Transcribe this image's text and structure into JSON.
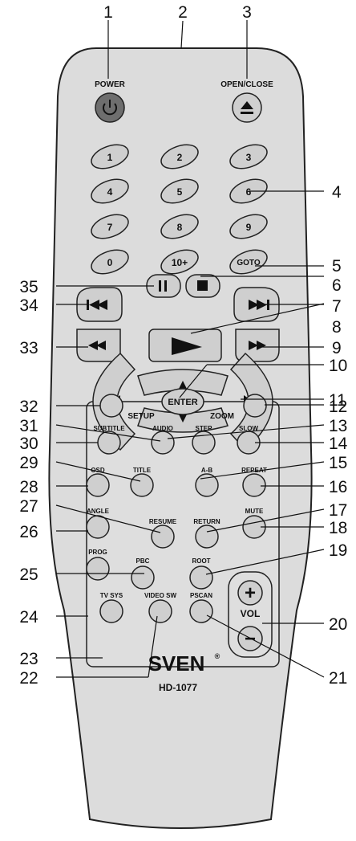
{
  "remote": {
    "brand": "SVEN",
    "registered_mark": "®",
    "model": "HD-1077",
    "power_label": "POWER",
    "open_close_label": "OPEN/CLOSE",
    "digits": [
      "1",
      "2",
      "3",
      "4",
      "5",
      "6",
      "7",
      "8",
      "9",
      "0",
      "10+",
      "GOTO"
    ],
    "enter_label": "ENTER",
    "setup_label": "SETUP",
    "zoom_label": "ZOOM",
    "function_labels": {
      "subtitle": "SUBTITLE",
      "audio": "AUDIO",
      "step": "STEP",
      "slow": "SLOW",
      "osd": "OSD",
      "title": "TITLE",
      "a_b": "A-B",
      "repeat": "REPEAT",
      "angle": "ANGLE",
      "resume": "RESUME",
      "return": "RETURN",
      "mute": "MUTE",
      "prog": "PROG",
      "pbc": "PBC",
      "root": "ROOT",
      "tv_sys": "TV SYS",
      "video_sw": "VIDEO SW",
      "pscan": "PSCAN"
    },
    "vol_label": "VOL",
    "vol_plus": "+",
    "vol_minus": "−"
  },
  "callouts": [
    "1",
    "2",
    "3",
    "4",
    "5",
    "6",
    "7",
    "8",
    "9",
    "10",
    "11",
    "12",
    "13",
    "14",
    "15",
    "16",
    "17",
    "18",
    "19",
    "20",
    "21",
    "22",
    "23",
    "24",
    "25",
    "26",
    "27",
    "28",
    "29",
    "30",
    "31",
    "32",
    "33",
    "34",
    "35"
  ],
  "colors": {
    "body": "#dcdcdc",
    "button": "#cfcfcf",
    "power": "#6e6e6e",
    "outline": "#222222"
  }
}
